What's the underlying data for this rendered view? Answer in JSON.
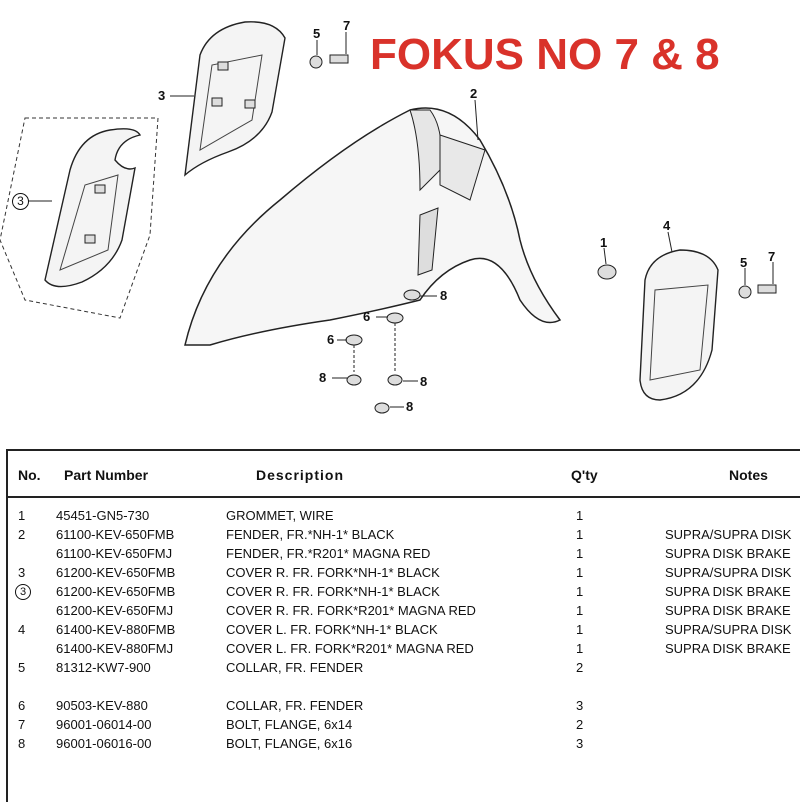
{
  "headline": "FOKUS NO 7 & 8",
  "callouts": {
    "c1": "1",
    "c2": "2",
    "c3": "3",
    "c3c": "3",
    "c4": "4",
    "c5a": "5",
    "c5b": "5",
    "c6a": "6",
    "c6b": "6",
    "c7a": "7",
    "c7b": "7",
    "c8a": "8",
    "c8b": "8",
    "c8c": "8",
    "c8d": "8"
  },
  "table": {
    "headers": {
      "no": "No.",
      "part_number": "Part Number",
      "description": "Description",
      "qty": "Q'ty",
      "notes": "Notes"
    },
    "rows": [
      {
        "no": "1",
        "circled": false,
        "part_number": "45451-GN5-730",
        "description": "GROMMET, WIRE",
        "qty": "1",
        "notes": ""
      },
      {
        "no": "2",
        "circled": false,
        "part_number": "61100-KEV-650FMB",
        "description": "FENDER, FR.*NH-1* BLACK",
        "qty": "1",
        "notes": "SUPRA/SUPRA DISK"
      },
      {
        "no": "",
        "circled": false,
        "part_number": "61100-KEV-650FMJ",
        "description": "FENDER, FR.*R201* MAGNA RED",
        "qty": "1",
        "notes": "SUPRA DISK BRAKE"
      },
      {
        "no": "3",
        "circled": false,
        "part_number": "61200-KEV-650FMB",
        "description": "COVER R. FR. FORK*NH-1* BLACK",
        "qty": "1",
        "notes": "SUPRA/SUPRA DISK"
      },
      {
        "no": "3",
        "circled": true,
        "part_number": "61200-KEV-650FMB",
        "description": "COVER R. FR. FORK*NH-1* BLACK",
        "qty": "1",
        "notes": "SUPRA DISK BRAKE"
      },
      {
        "no": "",
        "circled": false,
        "part_number": "61200-KEV-650FMJ",
        "description": "COVER R. FR. FORK*R201* MAGNA RED",
        "qty": "1",
        "notes": "SUPRA DISK BRAKE"
      },
      {
        "no": "4",
        "circled": false,
        "part_number": "61400-KEV-880FMB",
        "description": "COVER L. FR. FORK*NH-1* BLACK",
        "qty": "1",
        "notes": "SUPRA/SUPRA DISK"
      },
      {
        "no": "",
        "circled": false,
        "part_number": "61400-KEV-880FMJ",
        "description": "COVER L. FR. FORK*R201* MAGNA RED",
        "qty": "1",
        "notes": "SUPRA DISK BRAKE"
      },
      {
        "no": "5",
        "circled": false,
        "part_number": "81312-KW7-900",
        "description": "COLLAR, FR. FENDER",
        "qty": "2",
        "notes": ""
      },
      {
        "no": "6",
        "circled": false,
        "part_number": "90503-KEV-880",
        "description": "COLLAR, FR. FENDER",
        "qty": "3",
        "notes": ""
      },
      {
        "no": "7",
        "circled": false,
        "part_number": "96001-06014-00",
        "description": "BOLT, FLANGE, 6x14",
        "qty": "2",
        "notes": ""
      },
      {
        "no": "8",
        "circled": false,
        "part_number": "96001-06016-00",
        "description": "BOLT, FLANGE, 6x16",
        "qty": "3",
        "notes": ""
      }
    ]
  }
}
